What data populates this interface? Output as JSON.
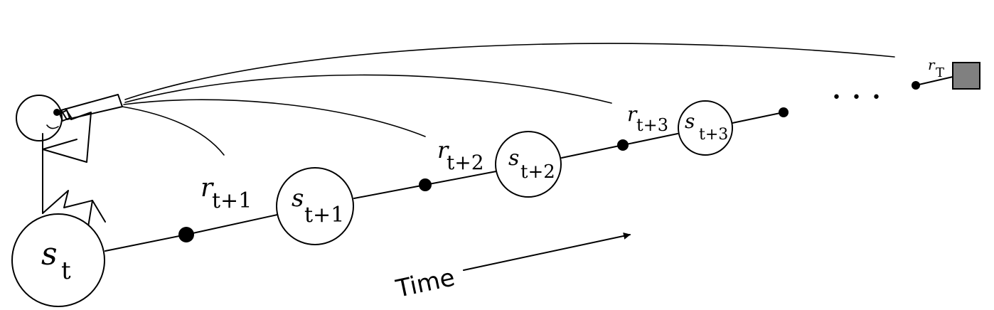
{
  "diagram": {
    "states": [
      {
        "main": "s",
        "sub": "t"
      },
      {
        "main": "s",
        "sub": "t+1"
      },
      {
        "main": "s",
        "sub": "t+2"
      },
      {
        "main": "s",
        "sub": "t+3"
      }
    ],
    "rewards": [
      {
        "main": "r",
        "sub": "t+1"
      },
      {
        "main": "r",
        "sub": "t+2"
      },
      {
        "main": "r",
        "sub": "t+3"
      },
      {
        "main": "r",
        "sub": "T"
      }
    ],
    "ellipsis": "• • •",
    "time_label": "Time",
    "colors": {
      "line": "#000000",
      "terminal": "#808080",
      "background": "#ffffff"
    }
  }
}
